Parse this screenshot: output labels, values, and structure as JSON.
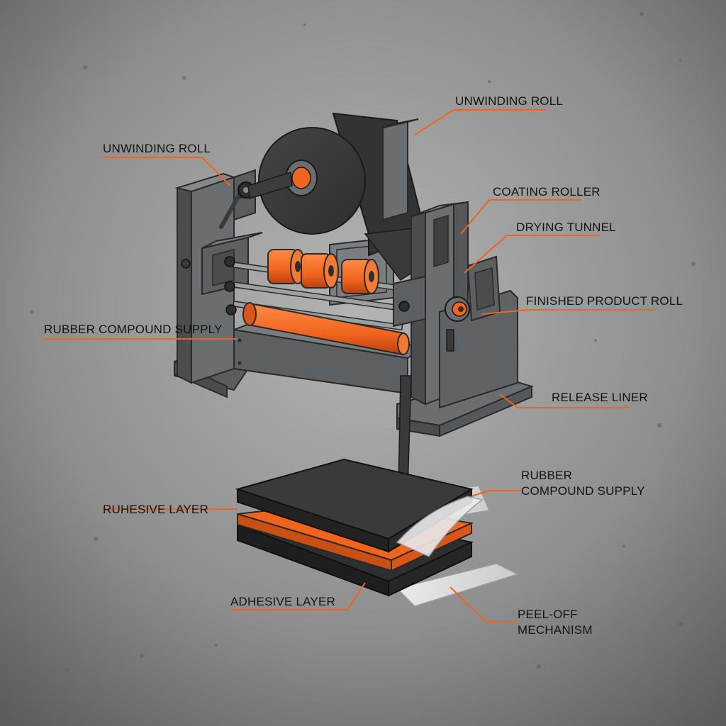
{
  "colors": {
    "background": "#8a8a8a",
    "frame": "#6b6e70",
    "frame_dark": "#4a4c4e",
    "roll": "#3a3a3a",
    "accent": "#f0641e",
    "film": "#e6e8ea",
    "label_text": "#141414",
    "leader": "#f0641e"
  },
  "labels": {
    "unwinding_roll_top": "UNWINDING ROLL",
    "unwinding_roll_left": "UNWINDING ROLL",
    "coating_roller": "COATING ROLLER",
    "drying_tunnel": "DRYING TUNNEL",
    "finished_product_roll": "FINISHED PRODUCT ROLL",
    "rubber_compound_supply_left": "RUBBER COMPOUND SUPPLY",
    "release_liner": "RELEASE LINER",
    "rubber_compound_supply_right_line1": "RUBBER",
    "rubber_compound_supply_right_line2": "COMPOUND SUPPLY",
    "ruhesive_layer": "RUHESIVE LAYER",
    "adhesive_layer": "ADHESIVE LAYER",
    "peel_off_line1": "PEEL-OFF",
    "peel_off_line2": "MECHANISM"
  }
}
